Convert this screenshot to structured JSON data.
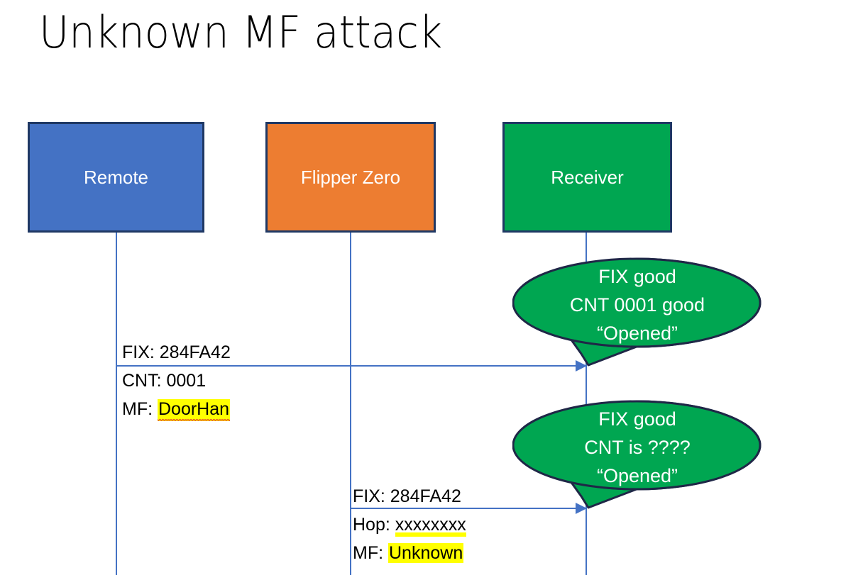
{
  "slide": {
    "title": "Unknown MF attack",
    "background_color": "#FFFFFF"
  },
  "colors": {
    "remote_fill": "#4472C4",
    "flipper_fill": "#ED7D31",
    "receiver_fill": "#00A651",
    "box_border": "#1F3864",
    "lifeline": "#4472C4",
    "arrow": "#4472C4",
    "bubble_fill": "#00A651",
    "bubble_border": "#1F2747",
    "highlight": "#FFFF00",
    "spellcheck_underline": "#E03A3A",
    "text_dark": "#000000",
    "text_light": "#FFFFFF"
  },
  "actors": [
    {
      "id": "remote",
      "label": "Remote"
    },
    {
      "id": "flipper",
      "label": "Flipper Zero"
    },
    {
      "id": "receiver",
      "label": "Receiver"
    }
  ],
  "messages": [
    {
      "id": "msg-1",
      "from": "remote",
      "to": "receiver",
      "lines": [
        {
          "label": "FIX: 284FA42",
          "prefix": "FIX: ",
          "value": "284FA42",
          "highlighted": false,
          "spellcheck_error": false
        },
        {
          "label": "CNT: 0001",
          "prefix": "CNT: ",
          "value": "0001",
          "highlighted": false,
          "spellcheck_error": false
        },
        {
          "label": "MF: DoorHan",
          "prefix": "MF: ",
          "value": "DoorHan",
          "highlighted": true,
          "spellcheck_error": true
        }
      ]
    },
    {
      "id": "msg-2",
      "from": "flipper",
      "to": "receiver",
      "lines": [
        {
          "label": "FIX: 284FA42",
          "prefix": "FIX: ",
          "value": "284FA42",
          "highlighted": false,
          "spellcheck_error": false
        },
        {
          "label": "Hop: xxxxxxxx",
          "prefix": "Hop: ",
          "value": "xxxxxxxx",
          "highlighted": true,
          "spellcheck_error": true
        },
        {
          "label": "MF: Unknown",
          "prefix": "MF: ",
          "value": "Unknown",
          "highlighted": true,
          "spellcheck_error": false
        }
      ]
    }
  ],
  "bubbles": [
    {
      "id": "bubble-1",
      "owner": "receiver",
      "responds_to": "msg-1",
      "lines": [
        "FIX good",
        "CNT 0001 good",
        "“Opened”"
      ]
    },
    {
      "id": "bubble-2",
      "owner": "receiver",
      "responds_to": "msg-2",
      "lines": [
        "FIX good",
        "CNT is ????",
        "“Opened”"
      ]
    }
  ]
}
